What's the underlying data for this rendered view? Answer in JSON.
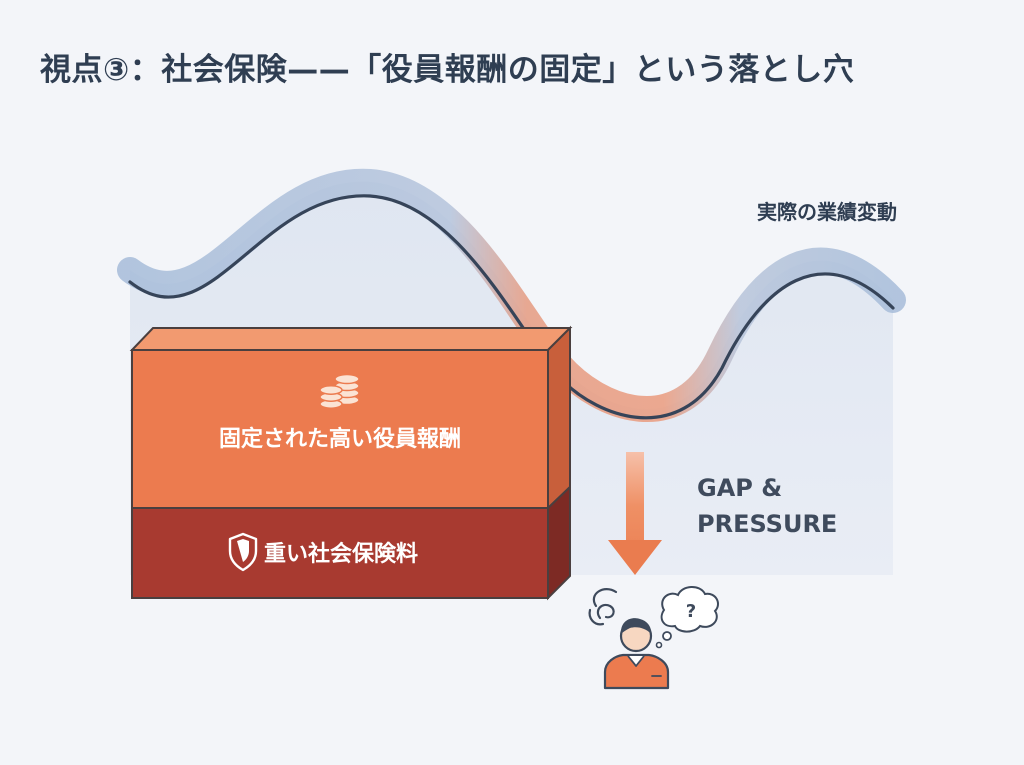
{
  "title": "視点③：社会保険——「役員報酬の固定」という落とし穴",
  "labels": {
    "performance": "実際の業績変動",
    "fixed_compensation": "固定された高い役員報酬",
    "social_insurance": "重い社会保険料",
    "gap_line1": "GAP &",
    "gap_line2": "PRESSURE",
    "thought_mark": "?"
  },
  "icons": {
    "coins": "coins-icon",
    "shield": "shield-icon",
    "person": "person-icon",
    "thought": "thought-bubble-icon",
    "stress": "stress-swirl-icon"
  },
  "colors": {
    "title": "#2f3e52",
    "background": "#f3f5f9",
    "wave_line": "#364459",
    "wave_blue": "#a9bdd8",
    "wave_orange": "#e99a7f",
    "area_fill": "#e3e9f3",
    "block_orange": "#ec7b4f",
    "block_red": "#a83a30",
    "arrow": "#ec8158"
  }
}
